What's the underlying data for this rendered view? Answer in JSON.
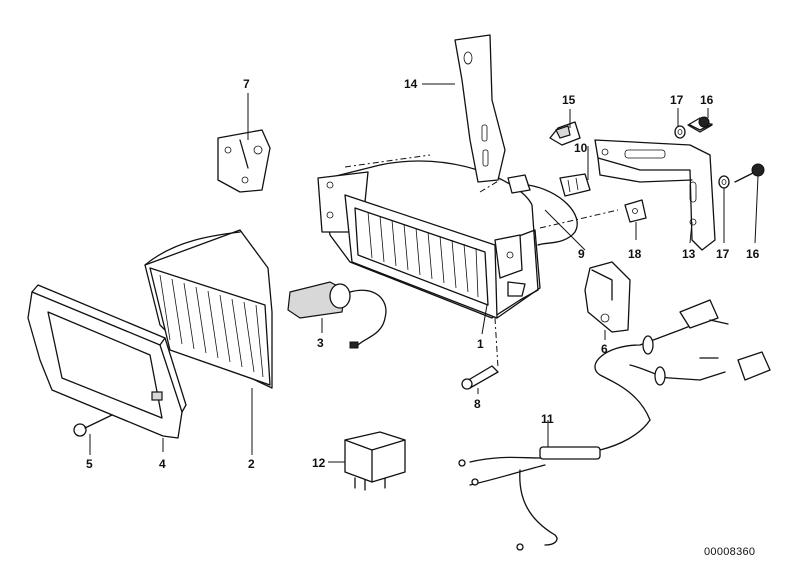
{
  "labels": {
    "p1": "1",
    "p2": "2",
    "p3": "3",
    "p4": "4",
    "p5": "5",
    "p6": "6",
    "p7": "7",
    "p8": "8",
    "p9": "9",
    "p10": "10",
    "p11": "11",
    "p12": "12",
    "p13": "13",
    "p14": "14",
    "p15": "15",
    "p16a": "16",
    "p16b": "16",
    "p17a": "17",
    "p17b": "17",
    "p18": "18"
  },
  "diagram_code": "00008360"
}
